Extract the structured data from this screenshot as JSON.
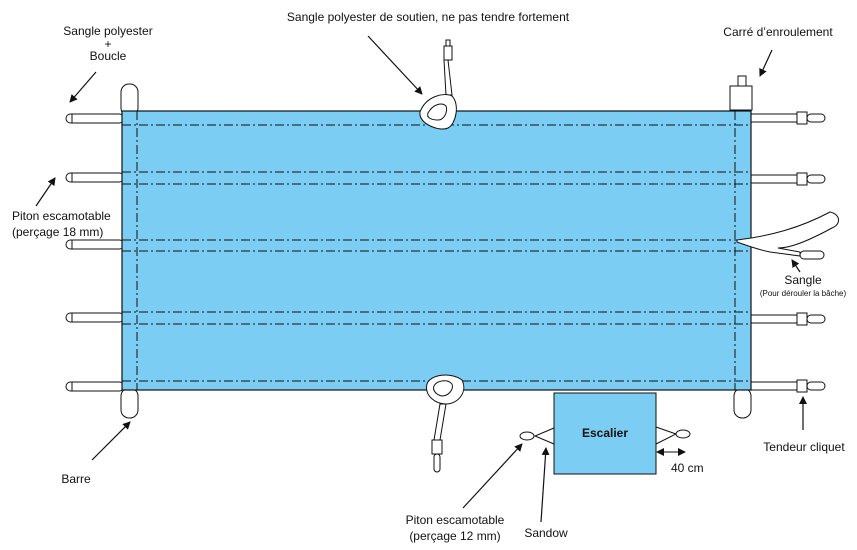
{
  "colors": {
    "cover_fill": "#7ccdf4",
    "stair_fill": "#7ccdf4",
    "outline": "#111111",
    "background": "#ffffff"
  },
  "labels": {
    "sangle_polyester_l1": "Sangle polyester",
    "sangle_polyester_l2": "+",
    "sangle_polyester_l3": "Boucle",
    "sangle_soutien": "Sangle polyester de soutien, ne pas tendre fortement",
    "carre_enroulement": "Carré d’enroulement",
    "piton_18_l1": "Piton escamotable",
    "piton_18_l2": "(perçage    18 mm)",
    "sangle_right": "Sangle",
    "sangle_right_sub": "(Pour dérouler la bâche)",
    "tendeur_cliquet": "Tendeur cliquet",
    "barre": "Barre",
    "piton_12_l1": "Piton escamotable",
    "piton_12_l2": "(perçage    12 mm)",
    "sandow": "Sandow",
    "escalier": "Escalier",
    "dimension_40": "40 cm"
  },
  "icons": {
    "arrow": "arrow-icon",
    "double_arrow": "double-arrow-icon"
  }
}
